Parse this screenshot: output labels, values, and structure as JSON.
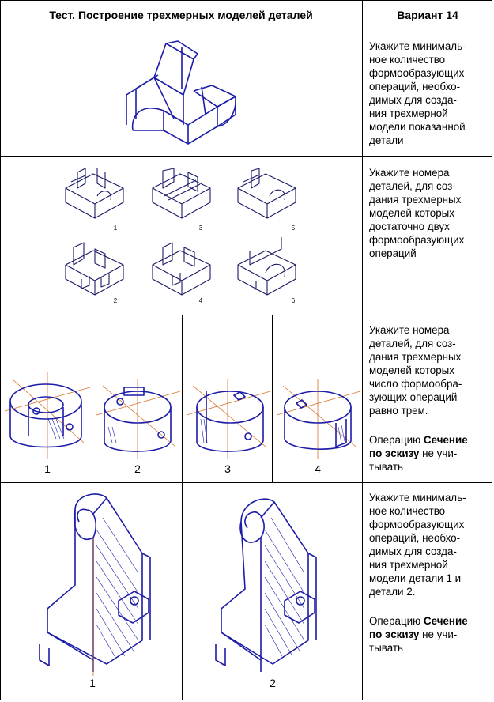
{
  "header": {
    "title": "Тест. Построение трехмерных моделей деталей",
    "variant": "Вариант 14"
  },
  "rows": [
    {
      "question_lines": [
        "Укажите минималь-",
        "ное количество",
        "формообразующих",
        "операций, необхо-",
        "димых для созда-",
        "ния трехмерной",
        "модели показанной",
        "детали"
      ]
    },
    {
      "question_lines": [
        "Укажите номера",
        "деталей, для соз-",
        "дания трехмерных",
        "моделей которых",
        "достаточно двух",
        "формообразующих",
        "операций"
      ],
      "labels": [
        "1",
        "3",
        "5",
        "2",
        "4",
        "6"
      ]
    },
    {
      "question_lines": [
        "Укажите номера",
        "деталей, для соз-",
        "дания трехмерных",
        "моделей которых",
        "число формообра-",
        "зующих операций",
        "равно трем."
      ],
      "note_prefix": "Операцию ",
      "note_bold": "Сечение по эскизу",
      "note_suffix": " не учи-тывать",
      "note_lines": [
        "Операцию Сечение",
        "по эскизу не учи-",
        "тывать"
      ],
      "labels": [
        "1",
        "2",
        "3",
        "4"
      ]
    },
    {
      "question_lines": [
        "Укажите минималь-",
        "ное количество",
        "формообразующих",
        "операций, необхо-",
        "димых для созда-",
        "ния трехмерной",
        "модели детали 1 и",
        "детали 2."
      ],
      "note_lines": [
        "Операцию Сечение",
        "по эскизу не учи-",
        "тывать"
      ],
      "labels": [
        "1",
        "2"
      ]
    }
  ],
  "colors": {
    "line": "#1c1ca8",
    "axis": "#d8722a",
    "border": "#000000"
  }
}
